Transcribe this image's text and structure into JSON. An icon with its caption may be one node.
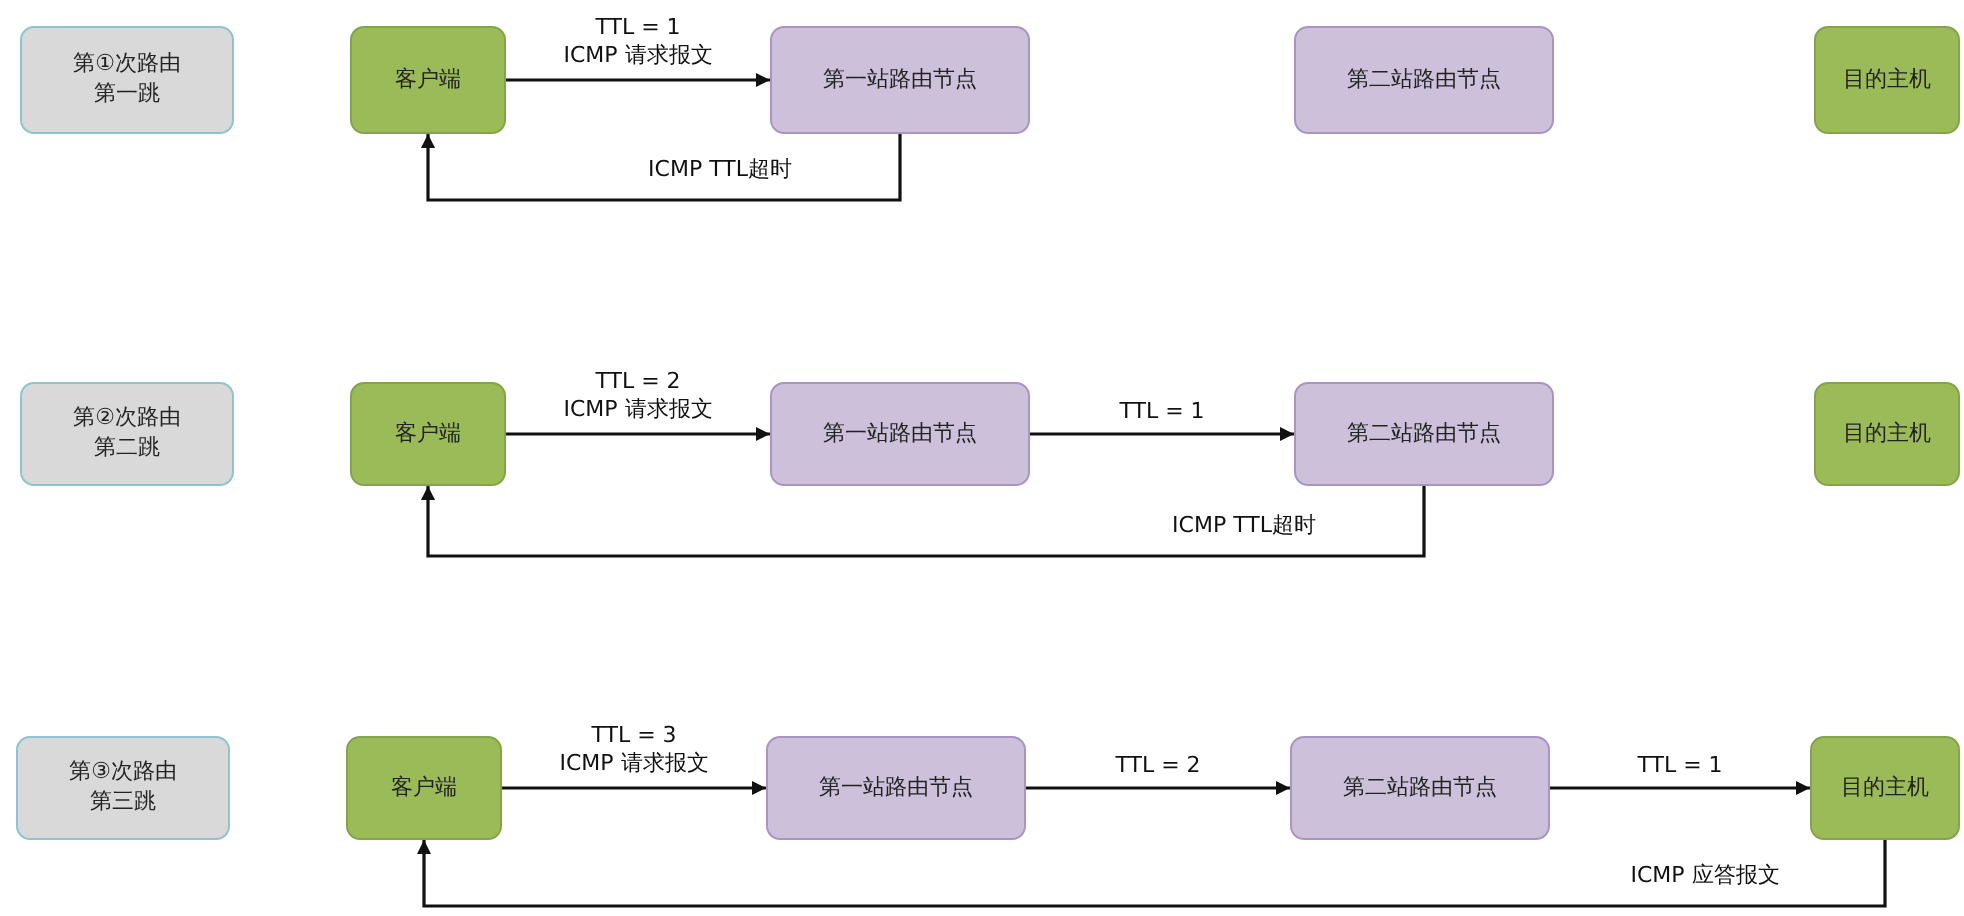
{
  "diagram": {
    "nodes": [
      {
        "text": [
          "第①次路由",
          "第一跳"
        ]
      },
      {
        "text": [
          "客户端"
        ]
      },
      {
        "text": [
          "第一站路由节点"
        ]
      },
      {
        "text": [
          "第二站路由节点"
        ]
      },
      {
        "text": [
          "目的主机"
        ]
      },
      {
        "text": [
          "第②次路由",
          "第二跳"
        ]
      },
      {
        "text": [
          "客户端"
        ]
      },
      {
        "text": [
          "第一站路由节点"
        ]
      },
      {
        "text": [
          "第二站路由节点"
        ]
      },
      {
        "text": [
          "目的主机"
        ]
      },
      {
        "text": [
          "第③次路由",
          "第三跳"
        ]
      },
      {
        "text": [
          "客户端"
        ]
      },
      {
        "text": [
          "第一站路由节点"
        ]
      },
      {
        "text": [
          "第二站路由节点"
        ]
      },
      {
        "text": [
          "目的主机"
        ]
      }
    ],
    "edges": [
      {
        "from": 1,
        "to": 2,
        "arrow": "to",
        "label": "TTL = 1 ICMP 请求报文"
      },
      {
        "from": 2,
        "to": 1,
        "arrow": "to",
        "label": "ICMP TTL超时"
      },
      {
        "from": 6,
        "to": 7,
        "arrow": "to",
        "label": "TTL = 2 ICMP 请求报文"
      },
      {
        "from": 7,
        "to": 8,
        "arrow": "to",
        "label": "TTL = 1"
      },
      {
        "from": 8,
        "to": 6,
        "arrow": "to",
        "label": "ICMP TTL超时"
      },
      {
        "from": 11,
        "to": 12,
        "arrow": "to",
        "label": "TTL = 3 ICMP 请求报文"
      },
      {
        "from": 12,
        "to": 13,
        "arrow": "to",
        "label": "TTL = 2"
      },
      {
        "from": 13,
        "to": 14,
        "arrow": "to",
        "label": "TTL = 1"
      },
      {
        "from": 14,
        "to": 11,
        "arrow": "to",
        "label": "ICMP 应答报文"
      }
    ]
  }
}
